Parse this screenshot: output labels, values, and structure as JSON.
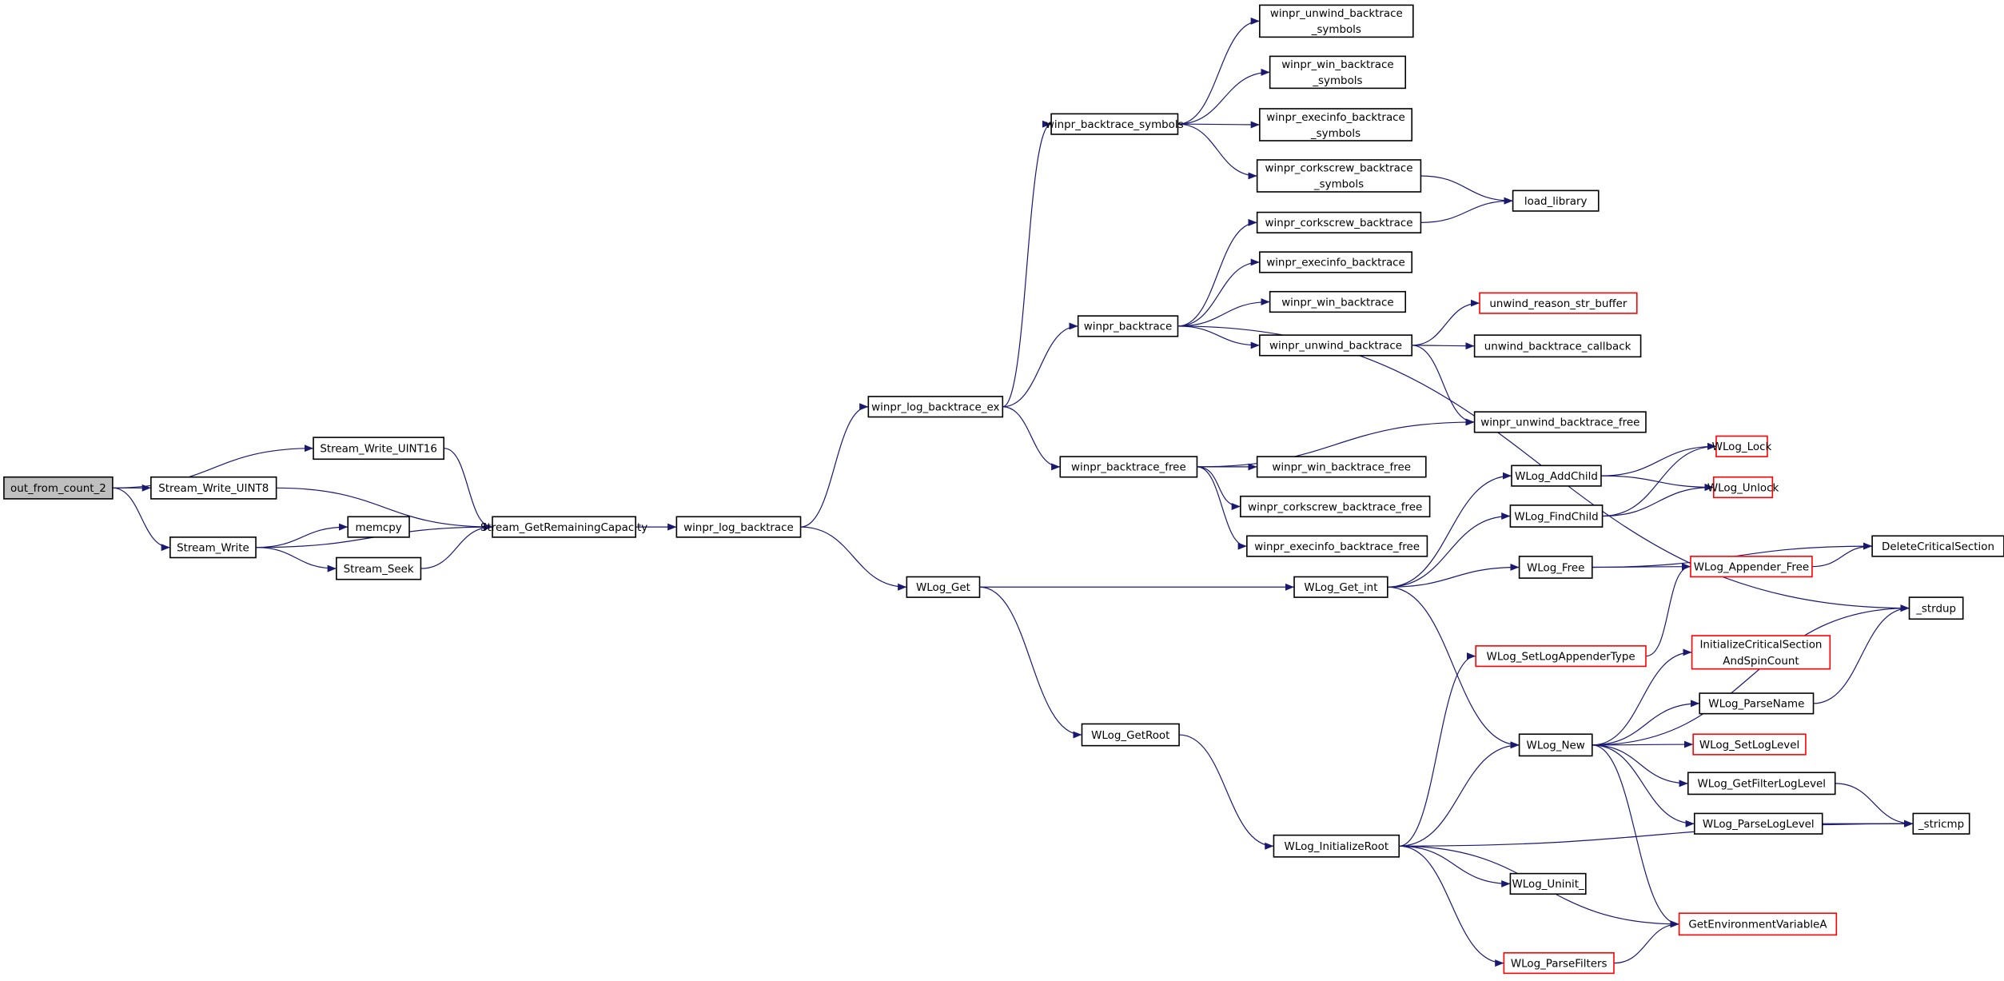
{
  "colors": {
    "edge": "#191970",
    "border_normal": "#000000",
    "border_red": "#ff0000",
    "root_fill": "#bfbfbf",
    "node_fill": "#ffffff"
  },
  "nodes": [
    {
      "id": "out_from_count_2",
      "lines": [
        "out_from_count_2"
      ],
      "style": "root"
    },
    {
      "id": "Stream_Write_UINT16",
      "lines": [
        "Stream_Write_UINT16"
      ],
      "style": "normal"
    },
    {
      "id": "Stream_Write_UINT8",
      "lines": [
        "Stream_Write_UINT8"
      ],
      "style": "normal"
    },
    {
      "id": "Stream_Write",
      "lines": [
        "Stream_Write"
      ],
      "style": "normal"
    },
    {
      "id": "memcpy",
      "lines": [
        "memcpy"
      ],
      "style": "normal"
    },
    {
      "id": "Stream_Seek",
      "lines": [
        "Stream_Seek"
      ],
      "style": "normal"
    },
    {
      "id": "Stream_GetRemainingCapacity",
      "lines": [
        "Stream_GetRemainingCapacity"
      ],
      "style": "normal"
    },
    {
      "id": "winpr_log_backtrace",
      "lines": [
        "winpr_log_backtrace"
      ],
      "style": "normal"
    },
    {
      "id": "winpr_log_backtrace_ex",
      "lines": [
        "winpr_log_backtrace_ex"
      ],
      "style": "normal"
    },
    {
      "id": "WLog_Get",
      "lines": [
        "WLog_Get"
      ],
      "style": "normal"
    },
    {
      "id": "WLog_GetRoot",
      "lines": [
        "WLog_GetRoot"
      ],
      "style": "normal"
    },
    {
      "id": "winpr_backtrace_symbols",
      "lines": [
        "winpr_backtrace_symbols"
      ],
      "style": "normal"
    },
    {
      "id": "winpr_backtrace",
      "lines": [
        "winpr_backtrace"
      ],
      "style": "normal"
    },
    {
      "id": "winpr_backtrace_free",
      "lines": [
        "winpr_backtrace_free"
      ],
      "style": "normal"
    },
    {
      "id": "winpr_unwind_backtrace_symbols",
      "lines": [
        "winpr_unwind_backtrace",
        "_symbols"
      ],
      "style": "normal"
    },
    {
      "id": "winpr_win_backtrace_symbols",
      "lines": [
        "winpr_win_backtrace",
        "_symbols"
      ],
      "style": "normal"
    },
    {
      "id": "winpr_execinfo_backtrace_symbols",
      "lines": [
        "winpr_execinfo_backtrace",
        "_symbols"
      ],
      "style": "normal"
    },
    {
      "id": "winpr_corkscrew_backtrace_symbols",
      "lines": [
        "winpr_corkscrew_backtrace",
        "_symbols"
      ],
      "style": "normal"
    },
    {
      "id": "winpr_corkscrew_backtrace",
      "lines": [
        "winpr_corkscrew_backtrace"
      ],
      "style": "normal"
    },
    {
      "id": "winpr_execinfo_backtrace",
      "lines": [
        "winpr_execinfo_backtrace"
      ],
      "style": "normal"
    },
    {
      "id": "winpr_win_backtrace",
      "lines": [
        "winpr_win_backtrace"
      ],
      "style": "normal"
    },
    {
      "id": "winpr_unwind_backtrace",
      "lines": [
        "winpr_unwind_backtrace"
      ],
      "style": "normal"
    },
    {
      "id": "load_library",
      "lines": [
        "load_library"
      ],
      "style": "normal"
    },
    {
      "id": "unwind_reason_str_buffer",
      "lines": [
        "unwind_reason_str_buffer"
      ],
      "style": "red"
    },
    {
      "id": "unwind_backtrace_callback",
      "lines": [
        "unwind_backtrace_callback"
      ],
      "style": "normal"
    },
    {
      "id": "winpr_unwind_backtrace_free",
      "lines": [
        "winpr_unwind_backtrace_free"
      ],
      "style": "normal"
    },
    {
      "id": "winpr_win_backtrace_free",
      "lines": [
        "winpr_win_backtrace_free"
      ],
      "style": "normal"
    },
    {
      "id": "winpr_corkscrew_backtrace_free",
      "lines": [
        "winpr_corkscrew_backtrace_free"
      ],
      "style": "normal"
    },
    {
      "id": "winpr_execinfo_backtrace_free",
      "lines": [
        "winpr_execinfo_backtrace_free"
      ],
      "style": "normal"
    },
    {
      "id": "WLog_Get_int",
      "lines": [
        "WLog_Get_int"
      ],
      "style": "normal"
    },
    {
      "id": "WLog_AddChild",
      "lines": [
        "WLog_AddChild"
      ],
      "style": "normal"
    },
    {
      "id": "WLog_FindChild",
      "lines": [
        "WLog_FindChild"
      ],
      "style": "normal"
    },
    {
      "id": "WLog_Free",
      "lines": [
        "WLog_Free"
      ],
      "style": "normal"
    },
    {
      "id": "WLog_Lock",
      "lines": [
        "WLog_Lock"
      ],
      "style": "red"
    },
    {
      "id": "WLog_Unlock",
      "lines": [
        "WLog_Unlock"
      ],
      "style": "red"
    },
    {
      "id": "WLog_Appender_Free",
      "lines": [
        "WLog_Appender_Free"
      ],
      "style": "red"
    },
    {
      "id": "DeleteCriticalSection",
      "lines": [
        "DeleteCriticalSection"
      ],
      "style": "normal"
    },
    {
      "id": "_strdup",
      "lines": [
        "_strdup"
      ],
      "style": "normal"
    },
    {
      "id": "WLog_SetLogAppenderType",
      "lines": [
        "WLog_SetLogAppenderType"
      ],
      "style": "red"
    },
    {
      "id": "InitializeCriticalSectionAndSpinCount",
      "lines": [
        "InitializeCriticalSection",
        "AndSpinCount"
      ],
      "style": "red"
    },
    {
      "id": "WLog_ParseName",
      "lines": [
        "WLog_ParseName"
      ],
      "style": "normal"
    },
    {
      "id": "WLog_New",
      "lines": [
        "WLog_New"
      ],
      "style": "normal"
    },
    {
      "id": "WLog_SetLogLevel",
      "lines": [
        "WLog_SetLogLevel"
      ],
      "style": "red"
    },
    {
      "id": "WLog_GetFilterLogLevel",
      "lines": [
        "WLog_GetFilterLogLevel"
      ],
      "style": "normal"
    },
    {
      "id": "WLog_ParseLogLevel",
      "lines": [
        "WLog_ParseLogLevel"
      ],
      "style": "normal"
    },
    {
      "id": "_stricmp",
      "lines": [
        "_stricmp"
      ],
      "style": "normal"
    },
    {
      "id": "WLog_InitializeRoot",
      "lines": [
        "WLog_InitializeRoot"
      ],
      "style": "normal"
    },
    {
      "id": "WLog_Uninit_",
      "lines": [
        "WLog_Uninit_"
      ],
      "style": "normal"
    },
    {
      "id": "GetEnvironmentVariableA",
      "lines": [
        "GetEnvironmentVariableA"
      ],
      "style": "red"
    },
    {
      "id": "WLog_ParseFilters",
      "lines": [
        "WLog_ParseFilters"
      ],
      "style": "red"
    }
  ],
  "edges": [
    [
      "out_from_count_2",
      "Stream_Write_UINT16"
    ],
    [
      "out_from_count_2",
      "Stream_Write_UINT8"
    ],
    [
      "out_from_count_2",
      "Stream_Write"
    ],
    [
      "Stream_Write_UINT16",
      "Stream_GetRemainingCapacity"
    ],
    [
      "Stream_Write_UINT8",
      "Stream_GetRemainingCapacity"
    ],
    [
      "Stream_Write",
      "memcpy"
    ],
    [
      "Stream_Write",
      "Stream_Seek"
    ],
    [
      "Stream_Write",
      "Stream_GetRemainingCapacity"
    ],
    [
      "Stream_Seek",
      "Stream_GetRemainingCapacity"
    ],
    [
      "Stream_GetRemainingCapacity",
      "winpr_log_backtrace"
    ],
    [
      "winpr_log_backtrace",
      "winpr_log_backtrace_ex"
    ],
    [
      "winpr_log_backtrace",
      "WLog_Get"
    ],
    [
      "winpr_log_backtrace_ex",
      "winpr_backtrace_symbols"
    ],
    [
      "winpr_log_backtrace_ex",
      "winpr_backtrace"
    ],
    [
      "winpr_log_backtrace_ex",
      "winpr_backtrace_free"
    ],
    [
      "winpr_backtrace_symbols",
      "winpr_unwind_backtrace_symbols"
    ],
    [
      "winpr_backtrace_symbols",
      "winpr_win_backtrace_symbols"
    ],
    [
      "winpr_backtrace_symbols",
      "winpr_execinfo_backtrace_symbols"
    ],
    [
      "winpr_backtrace_symbols",
      "winpr_corkscrew_backtrace_symbols"
    ],
    [
      "winpr_corkscrew_backtrace_symbols",
      "load_library"
    ],
    [
      "winpr_corkscrew_backtrace",
      "load_library"
    ],
    [
      "winpr_backtrace",
      "winpr_corkscrew_backtrace"
    ],
    [
      "winpr_backtrace",
      "winpr_execinfo_backtrace"
    ],
    [
      "winpr_backtrace",
      "winpr_win_backtrace"
    ],
    [
      "winpr_backtrace",
      "winpr_unwind_backtrace"
    ],
    [
      "winpr_backtrace",
      "_strdup"
    ],
    [
      "winpr_unwind_backtrace",
      "unwind_reason_str_buffer"
    ],
    [
      "winpr_unwind_backtrace",
      "unwind_backtrace_callback"
    ],
    [
      "winpr_unwind_backtrace",
      "winpr_unwind_backtrace_free"
    ],
    [
      "winpr_backtrace_free",
      "winpr_unwind_backtrace_free"
    ],
    [
      "winpr_backtrace_free",
      "winpr_win_backtrace_free"
    ],
    [
      "winpr_backtrace_free",
      "winpr_corkscrew_backtrace_free"
    ],
    [
      "winpr_backtrace_free",
      "winpr_execinfo_backtrace_free"
    ],
    [
      "WLog_Get",
      "WLog_Get_int"
    ],
    [
      "WLog_Get",
      "WLog_GetRoot"
    ],
    [
      "WLog_GetRoot",
      "WLog_InitializeRoot"
    ],
    [
      "WLog_Get_int",
      "WLog_AddChild"
    ],
    [
      "WLog_Get_int",
      "WLog_FindChild"
    ],
    [
      "WLog_Get_int",
      "WLog_Free"
    ],
    [
      "WLog_Get_int",
      "WLog_New"
    ],
    [
      "WLog_AddChild",
      "WLog_Lock"
    ],
    [
      "WLog_AddChild",
      "WLog_Unlock"
    ],
    [
      "WLog_FindChild",
      "WLog_Lock"
    ],
    [
      "WLog_FindChild",
      "WLog_Unlock"
    ],
    [
      "WLog_Free",
      "DeleteCriticalSection"
    ],
    [
      "WLog_Free",
      "WLog_Appender_Free"
    ],
    [
      "WLog_Appender_Free",
      "DeleteCriticalSection"
    ],
    [
      "WLog_SetLogAppenderType",
      "WLog_Appender_Free"
    ],
    [
      "WLog_New",
      "_strdup"
    ],
    [
      "WLog_New",
      "InitializeCriticalSectionAndSpinCount"
    ],
    [
      "WLog_New",
      "WLog_ParseName"
    ],
    [
      "WLog_New",
      "WLog_SetLogLevel"
    ],
    [
      "WLog_New",
      "WLog_GetFilterLogLevel"
    ],
    [
      "WLog_New",
      "WLog_ParseLogLevel"
    ],
    [
      "WLog_New",
      "GetEnvironmentVariableA"
    ],
    [
      "WLog_ParseName",
      "_strdup"
    ],
    [
      "WLog_GetFilterLogLevel",
      "_stricmp"
    ],
    [
      "WLog_ParseLogLevel",
      "_stricmp"
    ],
    [
      "WLog_InitializeRoot",
      "WLog_SetLogAppenderType"
    ],
    [
      "WLog_InitializeRoot",
      "WLog_New"
    ],
    [
      "WLog_InitializeRoot",
      "_stricmp"
    ],
    [
      "WLog_InitializeRoot",
      "WLog_Uninit_"
    ],
    [
      "WLog_InitializeRoot",
      "GetEnvironmentVariableA"
    ],
    [
      "WLog_InitializeRoot",
      "WLog_ParseFilters"
    ],
    [
      "WLog_ParseFilters",
      "GetEnvironmentVariableA"
    ]
  ]
}
